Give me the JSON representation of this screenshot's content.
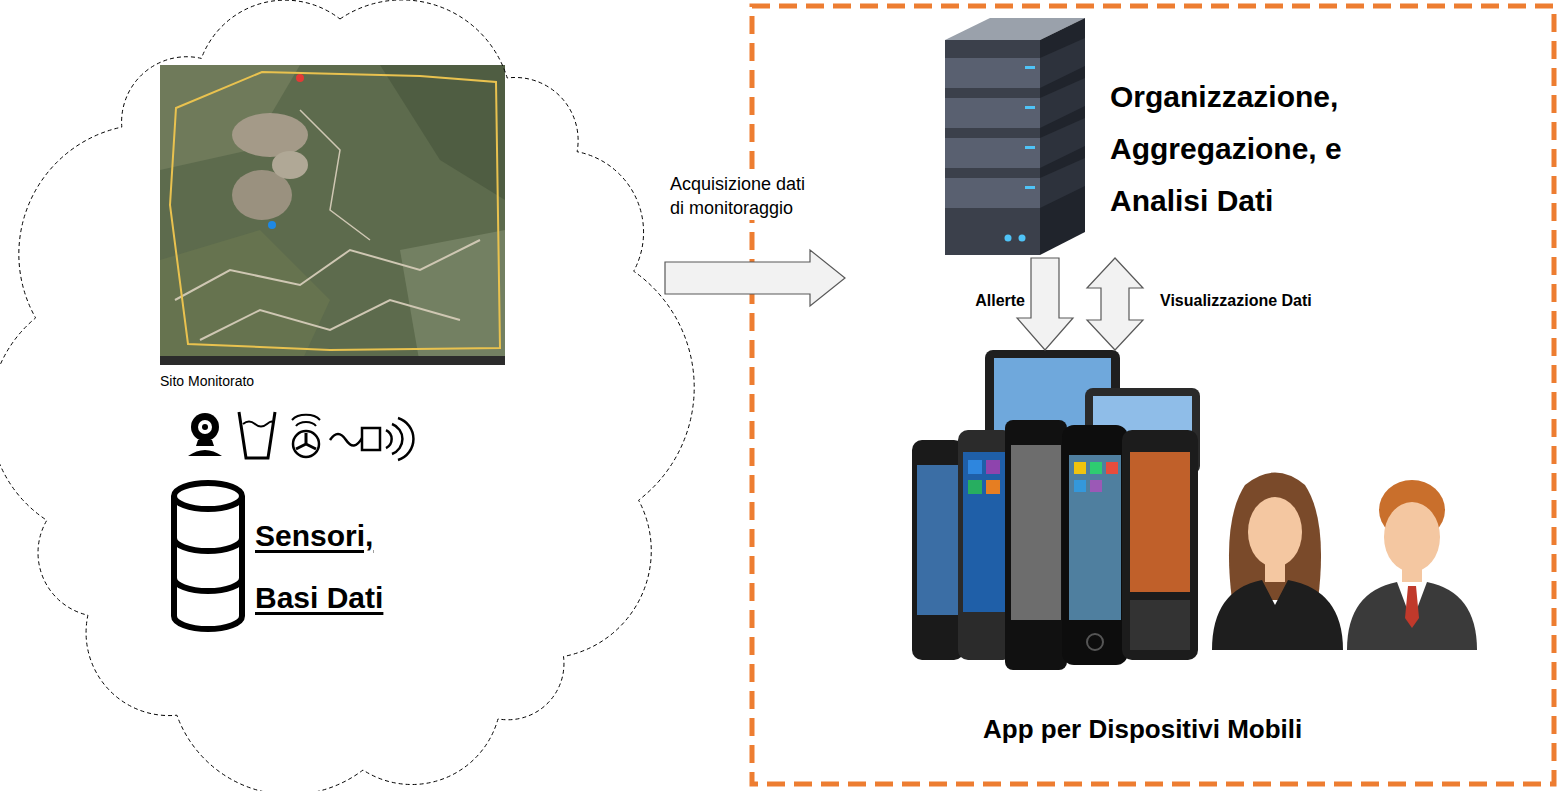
{
  "diagram": {
    "nodes": [
      {
        "text": [
          "Sito Monitorato",
          "Sensori, Basi Dati"
        ]
      },
      {
        "text": [
          "Organizzazione, Aggregazione, e Analisi Dati"
        ]
      },
      {
        "text": [
          "App per Dispositivi Mobili"
        ]
      }
    ],
    "edges": [
      {
        "from": 0,
        "to": 1,
        "label": "Acquisizione dati di monitoraggio",
        "arrow": "to"
      },
      {
        "from": 1,
        "to": 2,
        "label": "Allerte",
        "arrow": "to"
      },
      {
        "from": 1,
        "to": 2,
        "label": "Visualizzazione Dati",
        "arrow": "both"
      }
    ]
  }
}
